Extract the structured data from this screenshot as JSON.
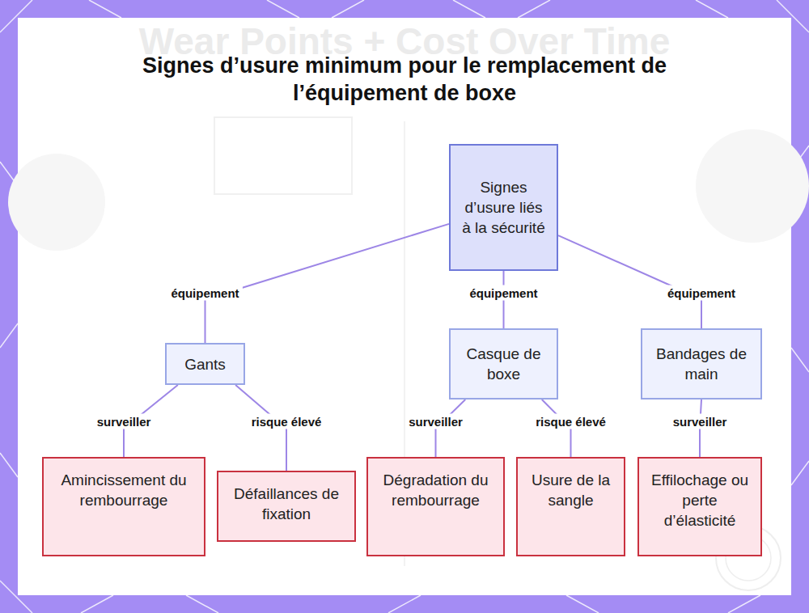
{
  "diagram": {
    "title": "Signes d’usure minimum pour le remplacement de l’équipement de boxe",
    "nodes": [
      {
        "text": [
          "Signes d’usure liés à la sécurité"
        ]
      },
      {
        "text": [
          "Gants"
        ]
      },
      {
        "text": [
          "Casque de boxe"
        ]
      },
      {
        "text": [
          "Bandages de main"
        ]
      },
      {
        "text": [
          "Amincissement du rembourrage"
        ]
      },
      {
        "text": [
          "Défaillances de fixation"
        ]
      },
      {
        "text": [
          "Dégradation du rembourrage"
        ]
      },
      {
        "text": [
          "Usure de la sangle"
        ]
      },
      {
        "text": [
          "Effilochage ou perte d’élasticité"
        ]
      }
    ],
    "edges": [
      {
        "from": 0,
        "to": 1,
        "label": "équipement",
        "arrow": "none"
      },
      {
        "from": 0,
        "to": 2,
        "label": "équipement",
        "arrow": "none"
      },
      {
        "from": 0,
        "to": 3,
        "label": "équipement",
        "arrow": "none"
      },
      {
        "from": 1,
        "to": 4,
        "label": "surveiller",
        "arrow": "none"
      },
      {
        "from": 1,
        "to": 5,
        "label": "risque élevé",
        "arrow": "none"
      },
      {
        "from": 2,
        "to": 6,
        "label": "surveiller",
        "arrow": "none"
      },
      {
        "from": 2,
        "to": 7,
        "label": "risque élevé",
        "arrow": "none"
      },
      {
        "from": 3,
        "to": 8,
        "label": "surveiller",
        "arrow": "none"
      }
    ],
    "labels": [
      "Wear Points + Cost Over Time"
    ]
  }
}
